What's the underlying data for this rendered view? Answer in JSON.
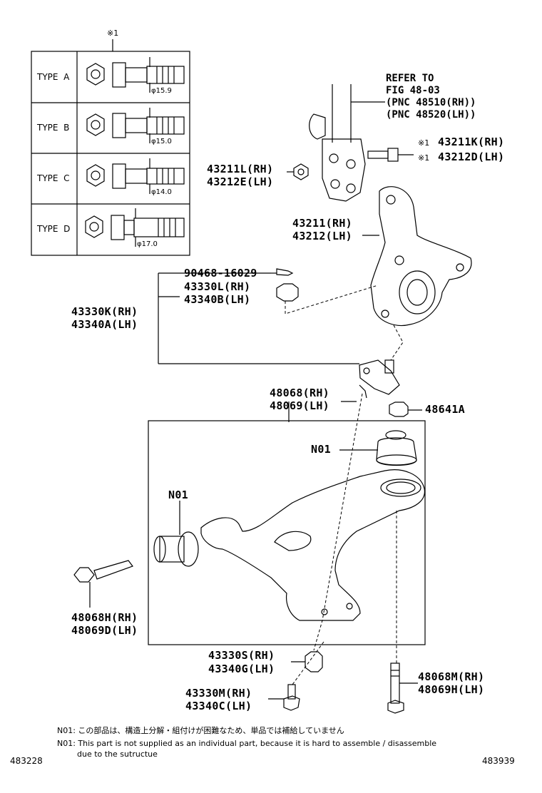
{
  "legend": {
    "marker": "※1",
    "types": [
      {
        "name": "TYPE  A",
        "diameter": "15.9"
      },
      {
        "name": "TYPE  B",
        "diameter": "15.0"
      },
      {
        "name": "TYPE  C",
        "diameter": "14.0"
      },
      {
        "name": "TYPE  D",
        "diameter": "17.0"
      }
    ],
    "phi": "φ"
  },
  "refer": {
    "line1": "REFER TO",
    "line2": "FIG 48-03",
    "line3": "(PNC 48510(RH))",
    "line4": "(PNC 48520(LH))"
  },
  "parts": {
    "p43211K": {
      "mark": "※1",
      "text": "43211K(RH)"
    },
    "p43212D": {
      "mark": "※1",
      "text": "43212D(LH)"
    },
    "p43211L": "43211L(RH)",
    "p43212E": "43212E(LH)",
    "p43211": "43211(RH)",
    "p43212": "43212(LH)",
    "p90468": "90468-16029",
    "p43330L": "43330L(RH)",
    "p43340B": "43340B(LH)",
    "p43330K": "43330K(RH)",
    "p43340A": "43340A(LH)",
    "p48068": "48068(RH)",
    "p48069": "48069(LH)",
    "p48641A": "48641A",
    "n01a": "N01",
    "n01b": "N01",
    "p48068H": "48068H(RH)",
    "p48069D": "48069D(LH)",
    "p43330S": "43330S(RH)",
    "p43340G": "43340G(LH)",
    "p48068M": "48068M(RH)",
    "p48069H": "48069H(LH)",
    "p43330M": "43330M(RH)",
    "p43340C": "43340C(LH)"
  },
  "notes": {
    "jp": "N01: この部品は、構造上分解・組付けが困難なため、単品では補給していません",
    "en1": "N01: This part is not supplied as an individual part, because it is hard to assemble / disassemble",
    "en2": "due to the sutructue"
  },
  "codes": {
    "left": "483228",
    "right": "483939"
  }
}
